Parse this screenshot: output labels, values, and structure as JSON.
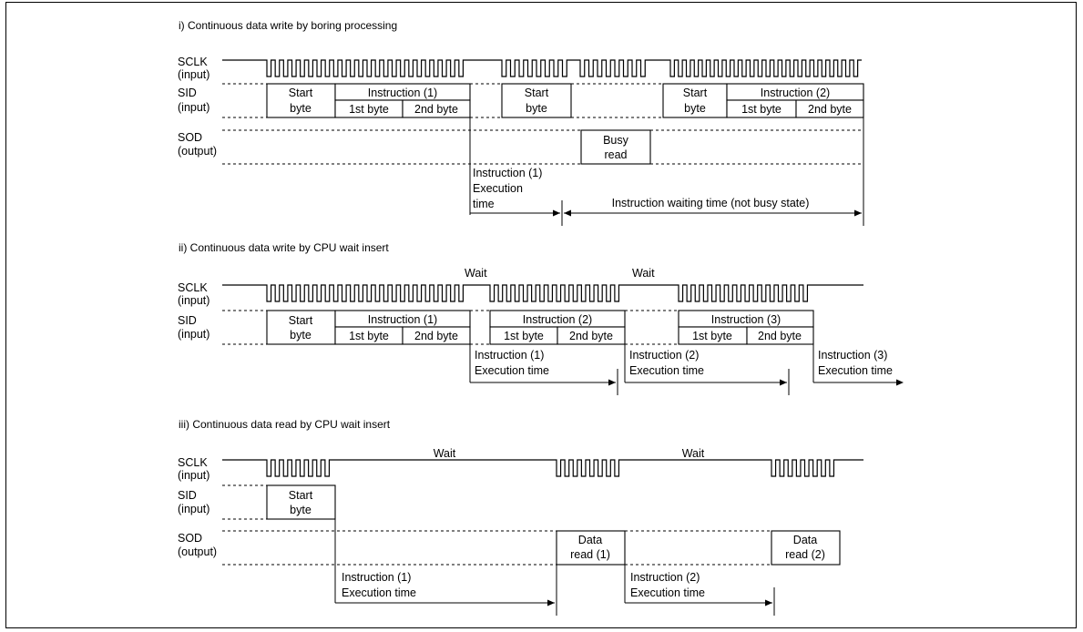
{
  "sections": [
    {
      "title": "i)  Continuous data write by boring processing",
      "sig_labels": [
        "SCLK",
        "(input)",
        "SID",
        "(input)",
        "SOD",
        "(output)"
      ],
      "boxes": {
        "start1": "Start|byte",
        "instr1": "Instruction (1)",
        "b1a": "1st byte",
        "b1b": "2nd byte",
        "start2": "Start|byte",
        "busy": "Busy|read",
        "start3": "Start|byte",
        "instr2": "Instruction (2)",
        "b2a": "1st byte",
        "b2b": "2nd byte"
      },
      "notes": {
        "exec1_l1": "Instruction (1)",
        "exec1_l2": "Execution",
        "exec1_l3": "time",
        "waiting": "Instruction waiting time (not busy state)"
      }
    },
    {
      "title": "ii)  Continuous data write by CPU wait insert",
      "sig_labels": [
        "SCLK",
        "(input)",
        "SID",
        "(input)"
      ],
      "wait1": "Wait",
      "wait2": "Wait",
      "boxes": {
        "start1": "Start|byte",
        "instr1": "Instruction (1)",
        "b1a": "1st byte",
        "b1b": "2nd byte",
        "instr2": "Instruction (2)",
        "b2a": "1st byte",
        "b2b": "2nd byte",
        "instr3": "Instruction (3)",
        "b3a": "1st byte",
        "b3b": "2nd byte"
      },
      "notes": {
        "e1_l1": "Instruction (1)",
        "e1_l2": "Execution time",
        "e2_l1": "Instruction (2)",
        "e2_l2": "Execution time",
        "e3_l1": "Instruction (3)",
        "e3_l2": "Execution time"
      }
    },
    {
      "title": "iii)  Continuous data read by CPU wait insert",
      "sig_labels": [
        "SCLK",
        "(input)",
        "SID",
        "(input)",
        "SOD",
        "(output)"
      ],
      "wait1": "Wait",
      "wait2": "Wait",
      "boxes": {
        "start1": "Start|byte",
        "data1": "Data|read (1)",
        "data2": "Data|read (2)"
      },
      "notes": {
        "e1_l1": "Instruction (1)",
        "e1_l2": "Execution time",
        "e2_l1": "Instruction (2)",
        "e2_l2": "Execution time"
      }
    }
  ]
}
